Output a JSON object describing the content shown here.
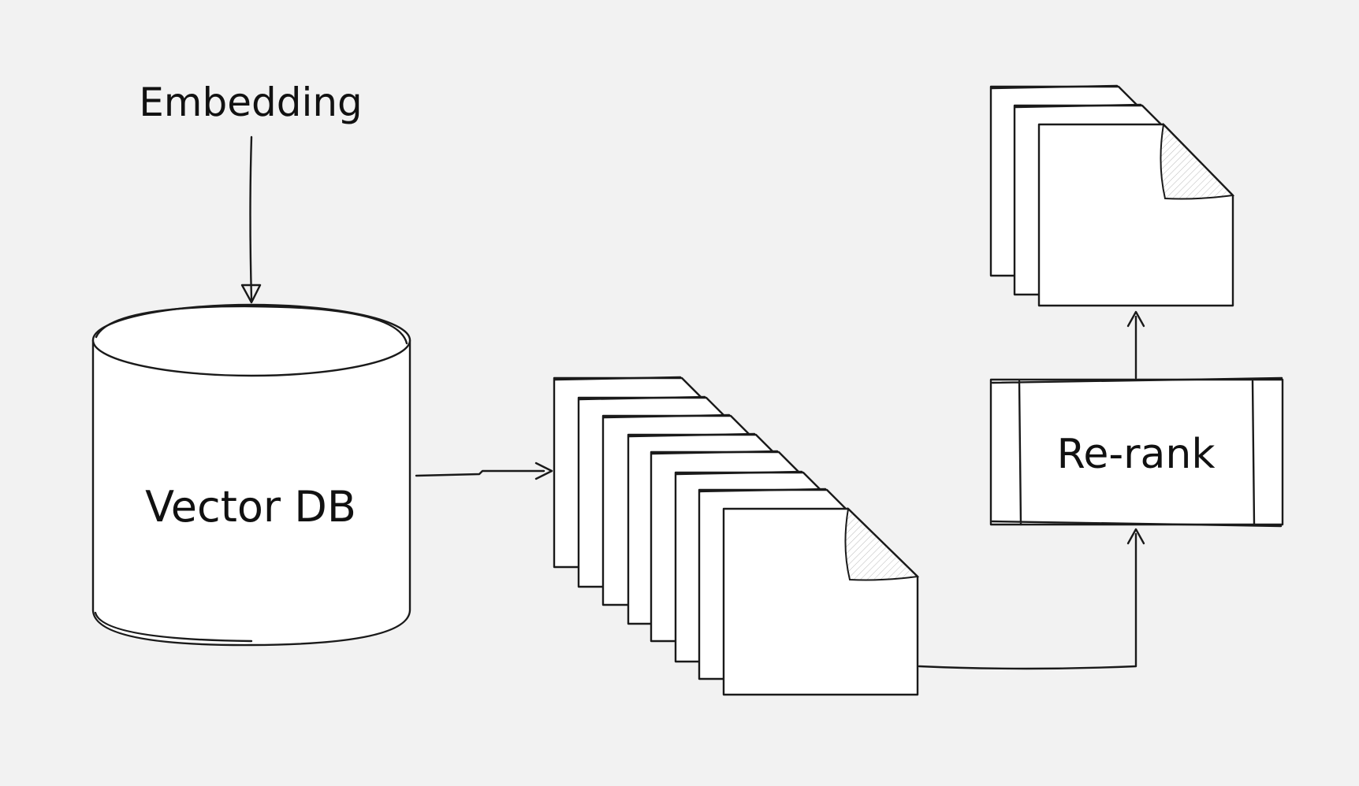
{
  "labels": {
    "embedding": "Embedding",
    "vector_db": "Vector DB",
    "rerank": "Re-rank"
  },
  "colors": {
    "background": "#f2f2f2",
    "stroke": "#1a1a1a",
    "paper": "#ffffff"
  }
}
